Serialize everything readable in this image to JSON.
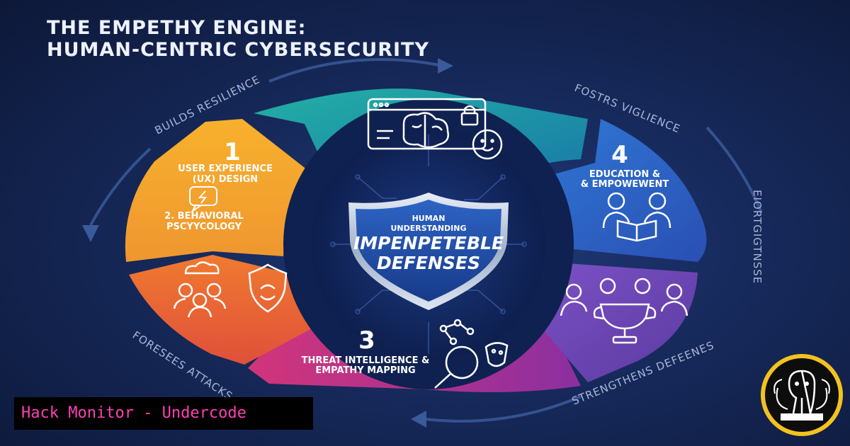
{
  "title": {
    "line1": "THE EMPETHY ENGINE:",
    "line2": "HUMAN-CENTRIC CYBERSECURITY"
  },
  "ring_labels": {
    "top_left": "BUILDS RESILIENCE",
    "top_right": "FOSTRS VIGLIENCE",
    "right": "EIORTGIGTNSSE",
    "bottom_right": "STRENGTHENS DEFEENES",
    "bottom_left": "FORESEES ATTACKS"
  },
  "segments": {
    "s1": {
      "number": "1",
      "line1": "USER EXPERIENCE",
      "line2": "(UX) DESIGN",
      "sub1": "2. BEHAVIORAL",
      "sub2": "PSCYYCOLOGY"
    },
    "s3": {
      "number": "3",
      "line1": "THREAT INTELLIGENCE &",
      "line2": "EMPATHY MAPPING"
    },
    "s4": {
      "number": "4",
      "line1": "EDUCATION &",
      "line2": "& EMPOWEWENT"
    }
  },
  "shield": {
    "line1": "HUMAN",
    "line2": "UNDERSTANDING",
    "main1": "IMPENPETEBLE",
    "main2": "DEFENSES"
  },
  "banner": "Hack Monitor - Undercode",
  "colors": {
    "seg_yellow": "#f2a52c",
    "seg_orange": "#ec6a2e",
    "seg_magenta": "#b02d86",
    "seg_purple": "#6f4bb8",
    "seg_blue": "#2e66c8",
    "seg_teal": "#1d9aa0",
    "background": "#16295a",
    "banner_text": "#ff3fb4"
  }
}
